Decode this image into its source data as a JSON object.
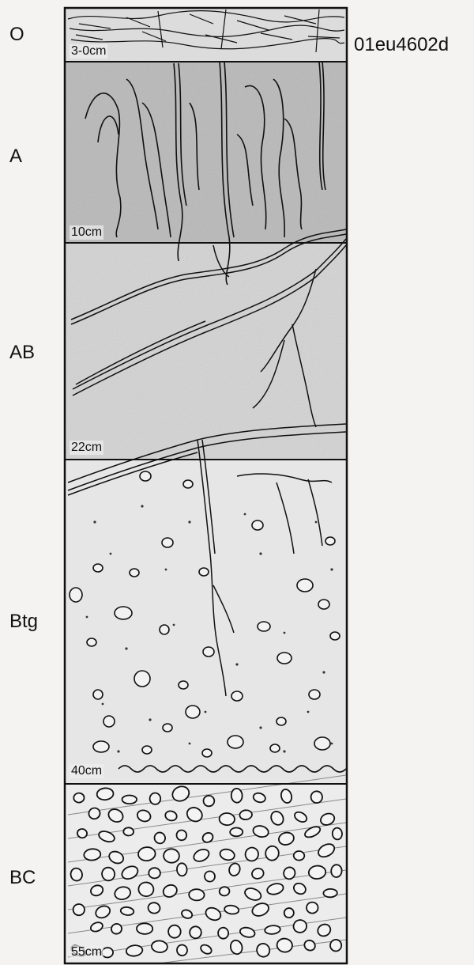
{
  "code": "01eu4602d",
  "horizons": [
    {
      "label": "O",
      "depth": "3-0cm",
      "texture": "litter"
    },
    {
      "label": "A",
      "depth": "10cm",
      "texture": "dark-shaded with roots"
    },
    {
      "label": "AB",
      "depth": "22cm",
      "texture": "shaded with roots and fissures"
    },
    {
      "label": "Btg",
      "depth": "40cm",
      "texture": "speckled with scattered stones and mottles"
    },
    {
      "label": "BC",
      "depth": "55cm",
      "texture": "densely packed stones"
    }
  ],
  "colors": {
    "ink": "#111111",
    "paper": "#f4f3f1",
    "a_shade": "#b9b9b9",
    "ab_shade": "#d4d4d4",
    "btg_shade": "#e6e6e6",
    "bc_shade": "#ececec"
  }
}
